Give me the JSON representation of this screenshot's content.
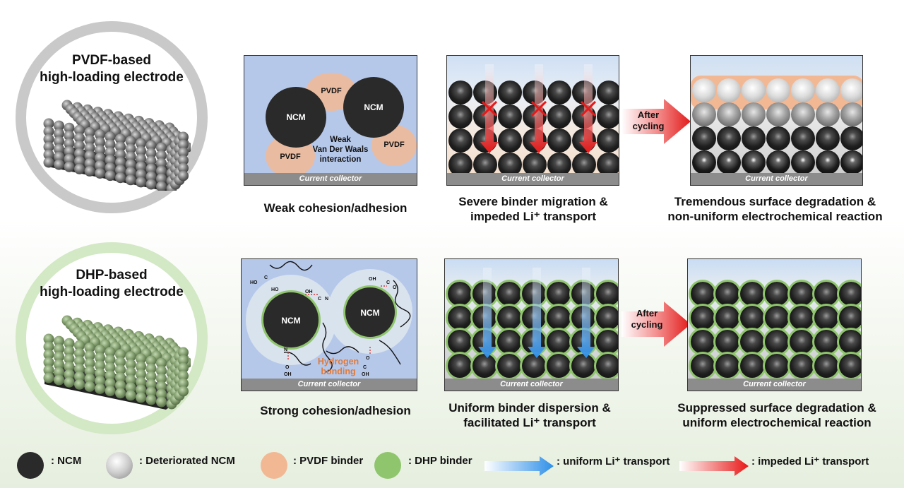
{
  "colors": {
    "pvdf": "#f2b894",
    "dhp": "#8fc56c",
    "ncm": "#1a1a1a",
    "panel_bg": "#b6c8ea",
    "collector": "#8c8c8c",
    "uniform_arrow": "#2e8fe8",
    "impeded_arrow": "#e81818",
    "hbond": "#e07a3a"
  },
  "row1": {
    "title_line1": "PVDF-based",
    "title_line2": "high-loading electrode",
    "panel1": {
      "collector": "Current collector",
      "ncm_label_a": "NCM",
      "ncm_label_b": "NCM",
      "pvdf_label_a": "PVDF",
      "pvdf_label_b": "PVDF",
      "pvdf_label_c": "PVDF",
      "interaction_line1": "Weak",
      "interaction_line2": "Van Der Waals",
      "interaction_line3": "interaction",
      "caption": "Weak cohesion/adhesion"
    },
    "panel2": {
      "collector": "Current collector",
      "caption_line1": "Severe binder migration &",
      "caption_line2": "impeded Li⁺ transport"
    },
    "arrow_label_line1": "After",
    "arrow_label_line2": "cycling",
    "panel3": {
      "collector": "Current collector",
      "caption_line1": "Tremendous surface degradation &",
      "caption_line2": "non-uniform electrochemical reaction"
    }
  },
  "row2": {
    "title_line1": "DHP-based",
    "title_line2": "high-loading electrode",
    "panel1": {
      "collector": "Current collector",
      "ncm_label_a": "NCM",
      "ncm_label_b": "NCM",
      "hbond_line1": "Hydrogen",
      "hbond_line2": "bonding",
      "caption": "Strong cohesion/adhesion"
    },
    "panel2": {
      "collector": "Current collector",
      "caption_line1": "Uniform binder dispersion &",
      "caption_line2": "facilitated Li⁺ transport"
    },
    "arrow_label_line1": "After",
    "arrow_label_line2": "cycling",
    "panel3": {
      "collector": "Current collector",
      "caption_line1": "Suppressed surface degradation &",
      "caption_line2": "uniform electrochemical reaction"
    }
  },
  "legend": {
    "ncm": ": NCM",
    "deteriorated": ": Deteriorated NCM",
    "pvdf": ": PVDF binder",
    "dhp": ": DHP binder",
    "uniform": ": uniform Li⁺ transport",
    "impeded": ": impeded Li⁺ transport"
  }
}
